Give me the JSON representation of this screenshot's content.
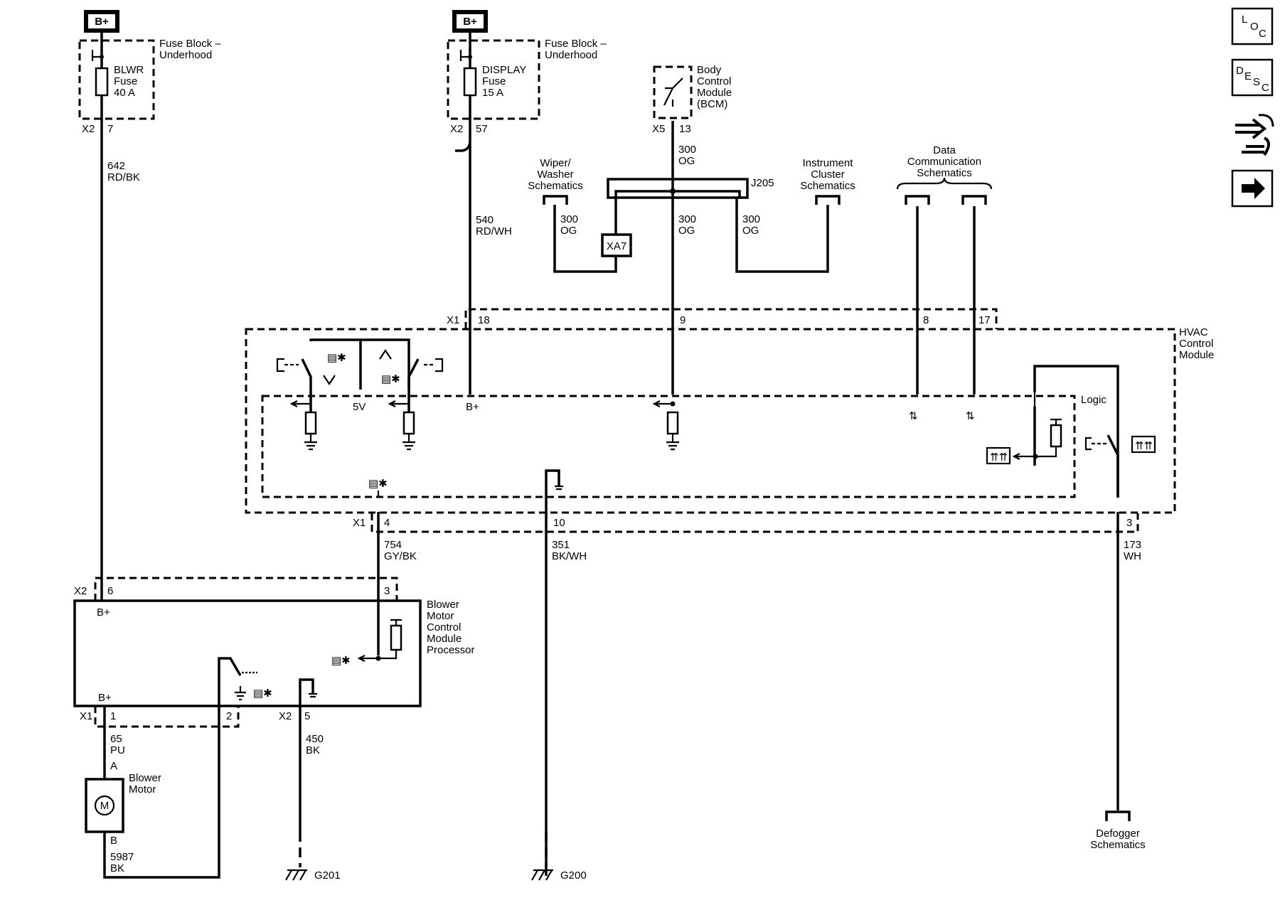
{
  "power": {
    "bplus_left": "B+",
    "bplus_right": "B+"
  },
  "fuse_blocks": [
    {
      "title_line1": "Fuse Block –",
      "title_line2": "Underhood",
      "fuse_line1": "BLWR",
      "fuse_line2": "Fuse",
      "fuse_line3": "40 A",
      "connector": "X2",
      "pin": "7"
    },
    {
      "title_line1": "Fuse Block –",
      "title_line2": "Underhood",
      "fuse_line1": "DISPLAY",
      "fuse_line2": "Fuse",
      "fuse_line3": "15 A",
      "connector": "X2",
      "pin": "57"
    }
  ],
  "bcm": {
    "line1": "Body",
    "line2": "Control",
    "line3": "Module",
    "line4": "(BCM)",
    "connector": "X5",
    "pin": "13"
  },
  "refs": {
    "wiper": [
      "Wiper/",
      "Washer",
      "Schematics"
    ],
    "cluster": [
      "Instrument",
      "Cluster",
      "Schematics"
    ],
    "data": [
      "Data",
      "Communication",
      "Schematics"
    ],
    "defogger": [
      "Defogger",
      "Schematics"
    ]
  },
  "splice": {
    "j205": "J205",
    "xa7": "XA7"
  },
  "wires": [
    {
      "circuit": "642",
      "color": "RD/BK"
    },
    {
      "circuit": "540",
      "color": "RD/WH"
    },
    {
      "circuit": "300",
      "color": "OG"
    },
    {
      "circuit": "754",
      "color": "GY/BK"
    },
    {
      "circuit": "351",
      "color": "BK/WH"
    },
    {
      "circuit": "173",
      "color": "WH"
    },
    {
      "circuit": "65",
      "color": "PU"
    },
    {
      "circuit": "5987",
      "color": "BK"
    },
    {
      "circuit": "450",
      "color": "BK"
    }
  ],
  "hvac": {
    "line1": "HVAC",
    "line2": "Control",
    "line3": "Module",
    "logic": "Logic",
    "v5": "5V",
    "bplus": "B+",
    "x1": "X1",
    "pin_18": "18",
    "pin_9": "9",
    "pin_8": "8",
    "pin_17": "17",
    "pin_4": "4",
    "pin_10": "10",
    "pin_3": "3"
  },
  "bmcm": {
    "line1": "Blower",
    "line2": "Motor",
    "line3": "Control",
    "line4": "Module",
    "line5": "Processor",
    "x2": "X2",
    "pin_6": "6",
    "pin_3": "3",
    "bplus_top": "B+",
    "bplus_bottom": "B+",
    "x1": "X1",
    "pin_1": "1",
    "pin_2": "2",
    "x2b": "X2",
    "pin_5": "5"
  },
  "motor": {
    "line1": "Blower",
    "line2": "Motor",
    "pin_a": "A",
    "pin_b": "B",
    "symbol": "M"
  },
  "grounds": {
    "g201": "G201",
    "g200": "G200"
  },
  "nav_icons": {
    "loc": [
      "L",
      "O",
      "C"
    ],
    "desc": [
      "D",
      "E",
      "S",
      "C"
    ],
    "connector_icon": "connector-icon",
    "arrow_icon": "next-arrow-icon"
  }
}
